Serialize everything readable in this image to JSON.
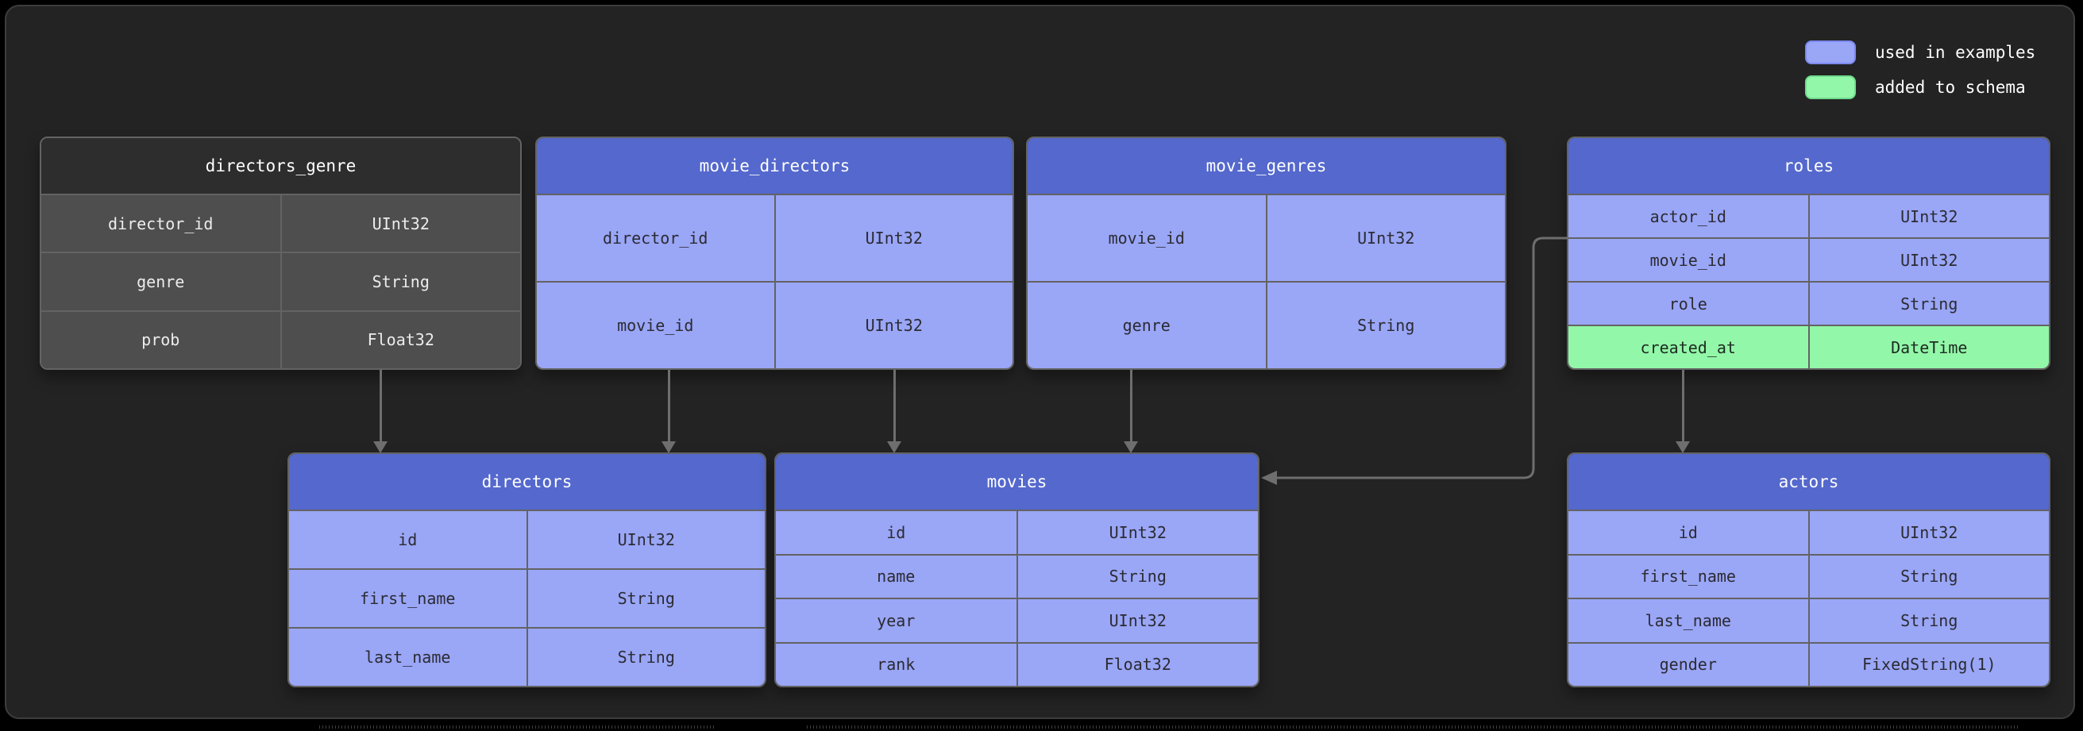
{
  "legend": {
    "items": [
      {
        "key": "used-in-examples",
        "label": "used in examples",
        "swatch_color": "#9aa6f6"
      },
      {
        "key": "added-to-schema",
        "label": "added to schema",
        "swatch_color": "#93f7a9"
      }
    ]
  },
  "tables": [
    {
      "key": "directors_genre",
      "title": "directors_genre",
      "style": "plain",
      "rows": [
        {
          "name": "director_id",
          "type": "UInt32"
        },
        {
          "name": "genre",
          "type": "String"
        },
        {
          "name": "prob",
          "type": "Float32"
        }
      ]
    },
    {
      "key": "movie_directors",
      "title": "movie_directors",
      "style": "used-in-examples",
      "rows": [
        {
          "name": "director_id",
          "type": "UInt32"
        },
        {
          "name": "movie_id",
          "type": "UInt32"
        }
      ]
    },
    {
      "key": "movie_genres",
      "title": "movie_genres",
      "style": "used-in-examples",
      "rows": [
        {
          "name": "movie_id",
          "type": "UInt32"
        },
        {
          "name": "genre",
          "type": "String"
        }
      ]
    },
    {
      "key": "roles",
      "title": "roles",
      "style": "used-in-examples",
      "rows": [
        {
          "name": "actor_id",
          "type": "UInt32"
        },
        {
          "name": "movie_id",
          "type": "UInt32"
        },
        {
          "name": "role",
          "type": "String"
        },
        {
          "name": "created_at",
          "type": "DateTime",
          "style": "added-to-schema"
        }
      ]
    },
    {
      "key": "directors",
      "title": "directors",
      "style": "used-in-examples",
      "rows": [
        {
          "name": "id",
          "type": "UInt32"
        },
        {
          "name": "first_name",
          "type": "String"
        },
        {
          "name": "last_name",
          "type": "String"
        }
      ]
    },
    {
      "key": "movies",
      "title": "movies",
      "style": "used-in-examples",
      "rows": [
        {
          "name": "id",
          "type": "UInt32"
        },
        {
          "name": "name",
          "type": "String"
        },
        {
          "name": "year",
          "type": "UInt32"
        },
        {
          "name": "rank",
          "type": "Float32"
        }
      ]
    },
    {
      "key": "actors",
      "title": "actors",
      "style": "used-in-examples",
      "rows": [
        {
          "name": "id",
          "type": "UInt32"
        },
        {
          "name": "first_name",
          "type": "String"
        },
        {
          "name": "last_name",
          "type": "String"
        },
        {
          "name": "gender",
          "type": "FixedString(1)"
        }
      ]
    }
  ],
  "relations": [
    {
      "from": "directors_genre",
      "to": "directors"
    },
    {
      "from": "movie_directors",
      "to": "directors"
    },
    {
      "from": "movie_directors",
      "to": "movies"
    },
    {
      "from": "movie_genres",
      "to": "movies"
    },
    {
      "from": "roles",
      "to": "movies"
    },
    {
      "from": "roles",
      "to": "actors"
    }
  ],
  "colors": {
    "background": "#000000",
    "panel": "#232323",
    "used_in_examples_header": "#5468cd",
    "used_in_examples_row": "#9aa6f6",
    "added_to_schema_row": "#93f7a9",
    "plain_header": "#2d2d2d",
    "plain_row": "#4e4e4e",
    "arrow": "#6e6e6e",
    "table_border": "#636363"
  }
}
